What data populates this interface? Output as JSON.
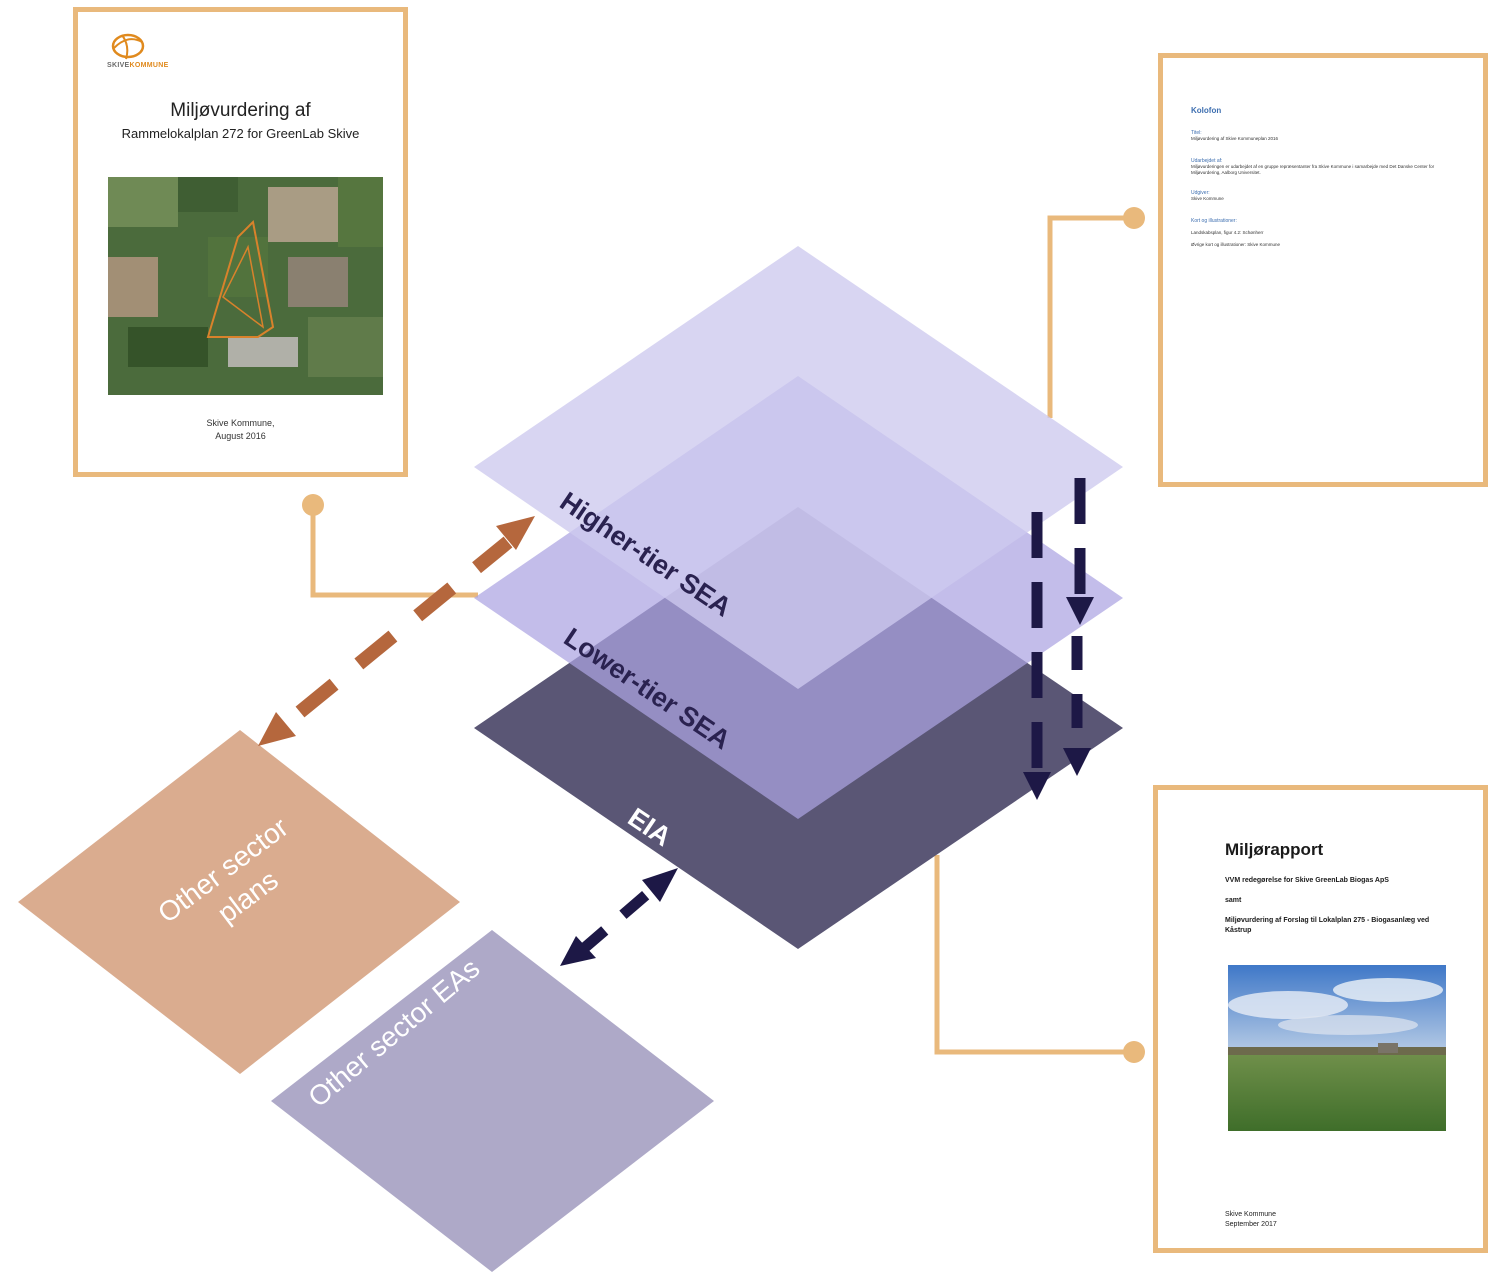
{
  "diagram": {
    "layer_higher_label": "Higher-tier SEA",
    "layer_lower_label": "Lower-tier SEA",
    "layer_eia_label": "EIA",
    "sector_plans_label_line1": "Other sector",
    "sector_plans_label_line2": "plans",
    "sector_eas_label": "Other sector EAs"
  },
  "colors": {
    "layer_higher": "#d7d4f0",
    "layer_lower": "#b3ace4",
    "layer_eia": "#5a5675",
    "sector_plans": "#daac8f",
    "sector_eas": "#aea9c8",
    "arrow_brown": "#b5673d",
    "arrow_navy": "#1d1846",
    "connector": "#e9b97c"
  },
  "doc_cover": {
    "logo_prefix": "SKIVE",
    "logo_suffix": "KOMMUNE",
    "title": "Miljøvurdering af",
    "subtitle": "Rammelokalplan 272 for GreenLab Skive",
    "footer_line1": "Skive Kommune,",
    "footer_line2": "August 2016"
  },
  "doc_colophon": {
    "heading": "Kolofon",
    "title_label": "Titel:",
    "title_value": "Miljøvurdering af Skive Kommuneplan 2016",
    "prepared_label": "Udarbejdet af:",
    "prepared_value": "Miljøvurderingen er udarbejdet af en gruppe repræsentanter fra Skive Kommune i samarbejde med Det Danske Center for Miljøvurdering, Aalborg Universitet.",
    "publisher_label": "Udgiver:",
    "publisher_value": "Skive Kommune",
    "maps_label": "Kort og illustrationer:",
    "maps_value1": "Landskabsplan, figur 4.2: Schønherr",
    "maps_value2": "Øvrige kort og illustrationer: Skive Kommune"
  },
  "doc_report": {
    "title": "Miljørapport",
    "line1": "VVM redegørelse for Skive GreenLab Biogas ApS",
    "line2": "samt",
    "line3": "Miljøvurdering af Forslag til Lokalplan 275 - Biogasanlæg ved Kåstrup",
    "footer_line1": "Skive Kommune",
    "footer_line2": "September 2017"
  }
}
